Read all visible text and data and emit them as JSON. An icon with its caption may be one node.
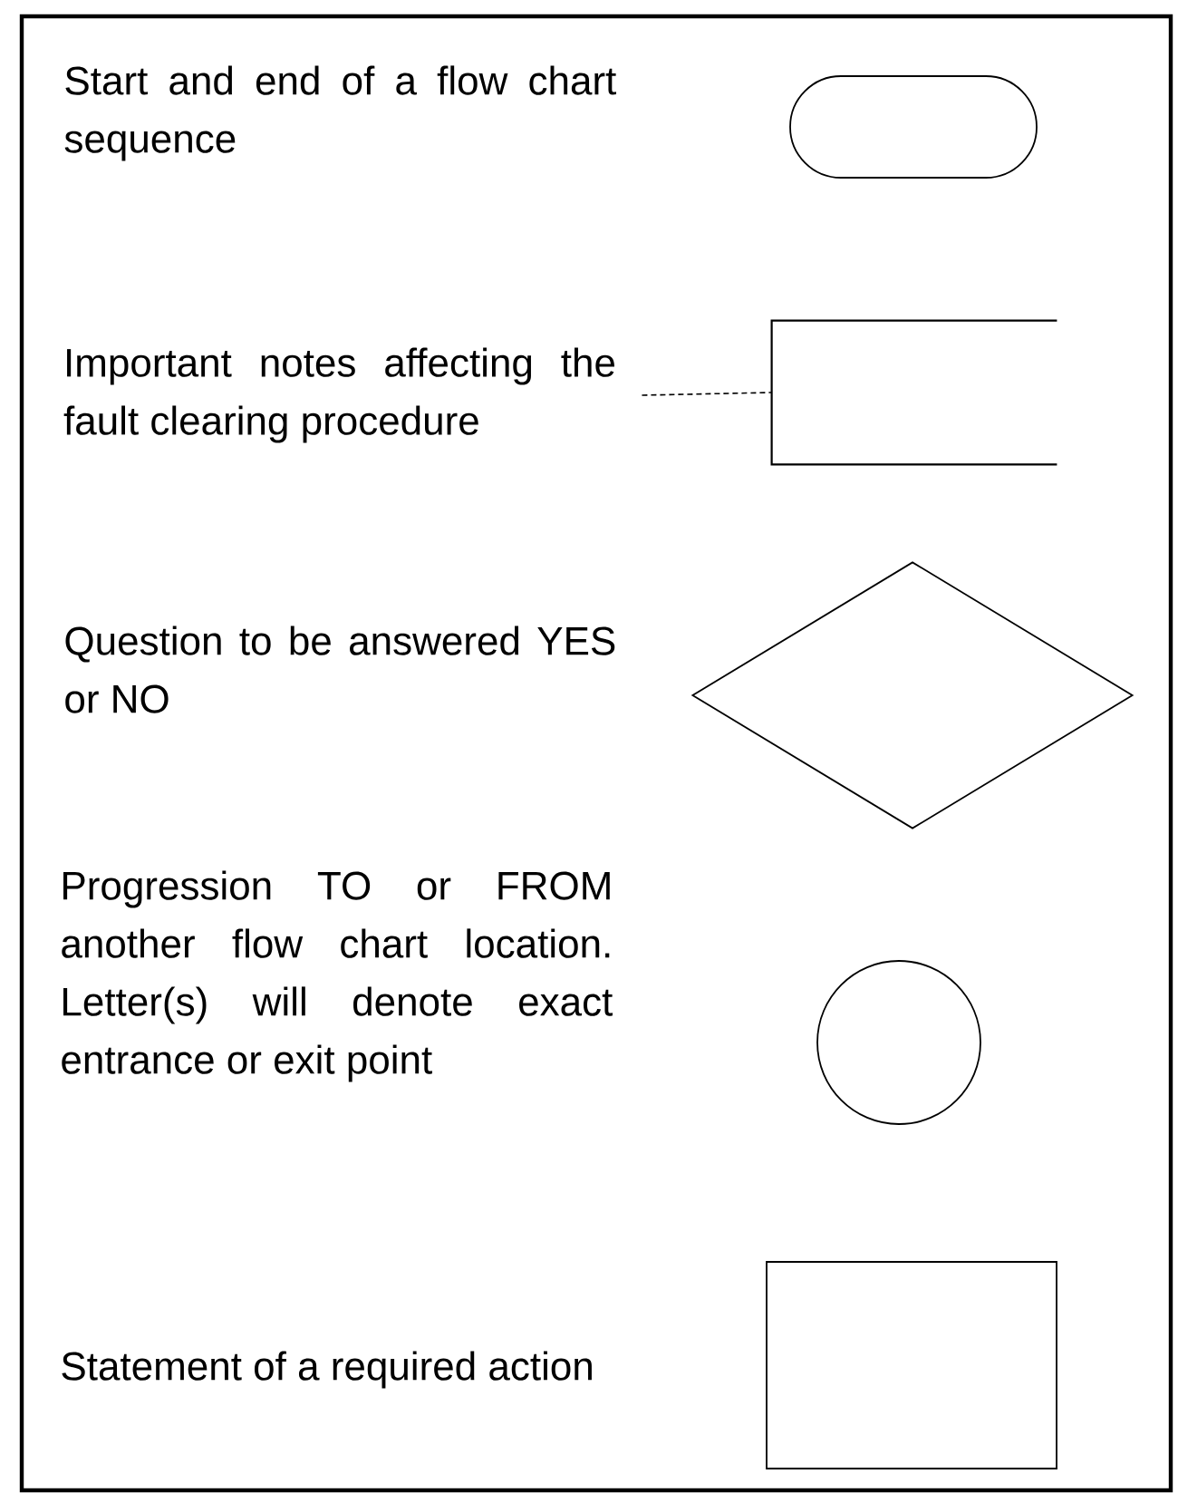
{
  "diagram": {
    "nodes": [
      {
        "text": [],
        "shape": "oval"
      },
      {
        "text": [
          "Important notes affecting the fault clearing procedure"
        ]
      },
      {
        "text": [],
        "shape": "bracket"
      },
      {
        "text": [],
        "shape": "diamond"
      },
      {
        "text": [],
        "shape": "circle"
      },
      {
        "text": [],
        "shape": "box"
      }
    ],
    "edges": [
      {
        "from": 1,
        "to": 2,
        "arrow": "none",
        "style": "dashed"
      }
    ],
    "labels": [
      "Start and end of a flow chart sequence",
      "Question to be answered YES or NO",
      "Progression TO or FROM another flow chart location. Letter(s) will denote exact entrance or exit point",
      "Statement of a required action"
    ]
  }
}
